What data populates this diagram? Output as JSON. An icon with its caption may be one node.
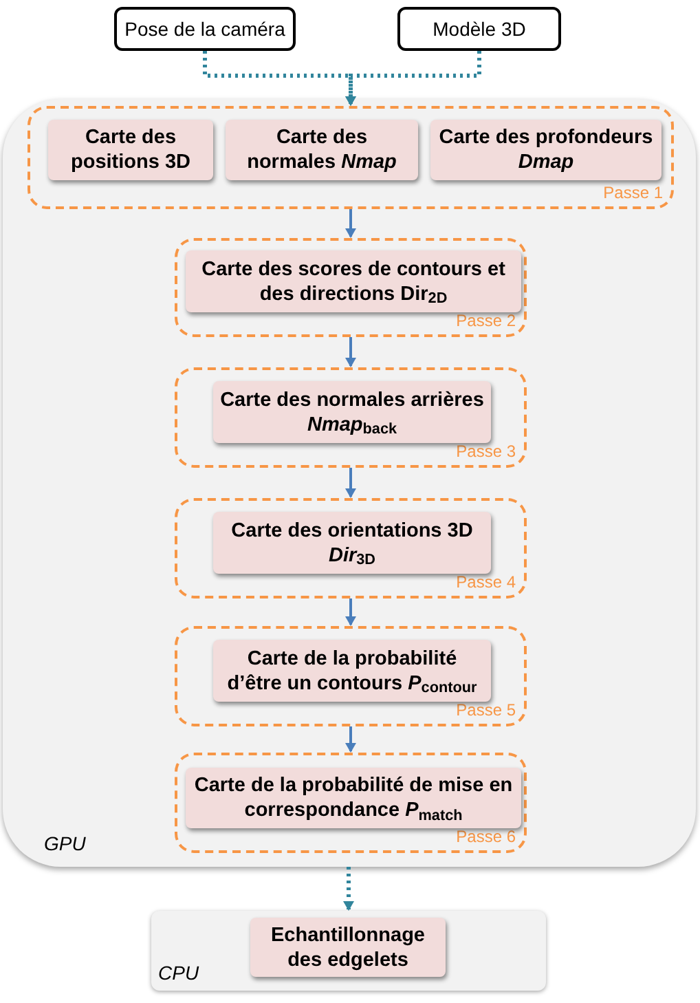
{
  "diagram": {
    "nodes": [
      {
        "text": [
          "Pose de la caméra"
        ]
      },
      {
        "text": [
          "Modèle 3D"
        ]
      },
      {
        "text": [
          "GPU"
        ]
      },
      {
        "text": [
          "Passe 1"
        ],
        "in": 2
      },
      {
        "text": [
          "Carte des positions 3D"
        ],
        "in": 3
      },
      {
        "text": [
          "Carte des normales *Nmap*"
        ],
        "in": 3
      },
      {
        "text": [
          "Carte des profondeurs *Dmap*"
        ],
        "in": 3
      },
      {
        "text": [
          "Passe 2"
        ],
        "in": 2
      },
      {
        "text": [
          "Carte des scores de contours et des directions Dir$_{2D}$"
        ],
        "in": 7
      },
      {
        "text": [
          "Passe 3"
        ],
        "in": 2
      },
      {
        "text": [
          "Carte des normales arrières *Nmap*$_{back}$"
        ],
        "in": 9
      },
      {
        "text": [
          "Passe 4"
        ],
        "in": 2
      },
      {
        "text": [
          "Carte des orientations 3D *Dir*$_{3D}$"
        ],
        "in": 11
      },
      {
        "text": [
          "Passe 5"
        ],
        "in": 2
      },
      {
        "text": [
          "Carte de la probabilité d’être un contours *P*$_{contour}$"
        ],
        "in": 13
      },
      {
        "text": [
          "Passe 6"
        ],
        "in": 2
      },
      {
        "text": [
          "Carte  de la probabilité de mise en correspondance *P*$_{match}$"
        ],
        "in": 15
      },
      {
        "text": [
          "CPU"
        ]
      },
      {
        "text": [
          "Echantillonnage des edgelets"
        ],
        "in": 17
      }
    ],
    "edges": [
      {
        "from": 0,
        "to": 3,
        "arrow": "to",
        "style": "dashed",
        "color": "#31859c"
      },
      {
        "from": 1,
        "to": 3,
        "arrow": "to",
        "style": "dashed",
        "color": "#31859c"
      },
      {
        "from": 3,
        "to": 7,
        "arrow": "to"
      },
      {
        "from": 7,
        "to": 9,
        "arrow": "to"
      },
      {
        "from": 9,
        "to": 11,
        "arrow": "to"
      },
      {
        "from": 11,
        "to": 13,
        "arrow": "to"
      },
      {
        "from": 13,
        "to": 15,
        "arrow": "to"
      },
      {
        "from": 2,
        "to": 17,
        "arrow": "to",
        "style": "dashed",
        "color": "#31859c"
      }
    ]
  }
}
